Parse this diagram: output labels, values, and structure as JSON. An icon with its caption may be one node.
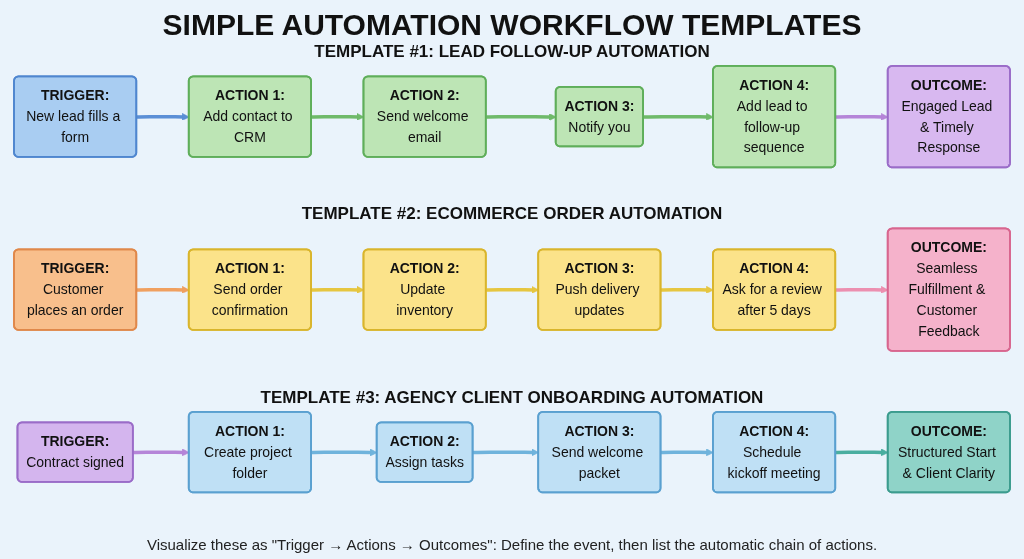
{
  "diagram": {
    "title": "SIMPLE AUTOMATION WORKFLOW TEMPLATES",
    "caption": "Visualize these as \"Trigger → Actions → Outcomes\": Define the event, then list the automatic chain of actions.",
    "labels": [
      "TEMPLATE #1: LEAD FOLLOW-UP AUTOMATION",
      "TEMPLATE #2: ECOMMERCE ORDER AUTOMATION",
      "TEMPLATE #3: AGENCY CLIENT ONBOARDING AUTOMATION"
    ],
    "nodes": [
      {
        "text": [
          "TRIGGER:",
          "New lead fills a form"
        ]
      },
      {
        "text": [
          "ACTION 1:",
          "Add contact to CRM"
        ]
      },
      {
        "text": [
          "ACTION 2:",
          "Send welcome email"
        ]
      },
      {
        "text": [
          "ACTION 3:",
          "Notify you"
        ]
      },
      {
        "text": [
          "ACTION 4:",
          "Add lead to follow-up sequence"
        ]
      },
      {
        "text": [
          "OUTCOME:",
          "Engaged Lead & Timely Response"
        ]
      },
      {
        "text": [
          "TRIGGER:",
          "Customer places an order"
        ]
      },
      {
        "text": [
          "ACTION 1:",
          "Send order confirmation"
        ]
      },
      {
        "text": [
          "ACTION 2:",
          "Update inventory"
        ]
      },
      {
        "text": [
          "ACTION 3:",
          "Push delivery updates"
        ]
      },
      {
        "text": [
          "ACTION 4:",
          "Ask for a review after 5 days"
        ]
      },
      {
        "text": [
          "OUTCOME:",
          "Seamless Fulfillment & Customer Feedback"
        ]
      },
      {
        "text": [
          "TRIGGER:",
          "Contract signed"
        ]
      },
      {
        "text": [
          "ACTION 1:",
          "Create project folder"
        ]
      },
      {
        "text": [
          "ACTION 2:",
          "Assign tasks"
        ]
      },
      {
        "text": [
          "ACTION 3:",
          "Send welcome packet"
        ]
      },
      {
        "text": [
          "ACTION 4:",
          "Schedule kickoff meeting"
        ]
      },
      {
        "text": [
          "OUTCOME:",
          "Structured Start & Client Clarity"
        ]
      }
    ],
    "edges": [
      {
        "from": 0,
        "to": 1,
        "arrow": "to",
        "color": "#5b8fd6"
      },
      {
        "from": 1,
        "to": 2,
        "arrow": "to",
        "color": "#6fba6a"
      },
      {
        "from": 2,
        "to": 3,
        "arrow": "to",
        "color": "#6fba6a"
      },
      {
        "from": 3,
        "to": 4,
        "arrow": "to",
        "color": "#6fba6a"
      },
      {
        "from": 4,
        "to": 5,
        "arrow": "to",
        "color": "#b585d8"
      },
      {
        "from": 6,
        "to": 7,
        "arrow": "to",
        "color": "#f0a060"
      },
      {
        "from": 7,
        "to": 8,
        "arrow": "to",
        "color": "#e6c640"
      },
      {
        "from": 8,
        "to": 9,
        "arrow": "to",
        "color": "#e6c640"
      },
      {
        "from": 9,
        "to": 10,
        "arrow": "to",
        "color": "#e6c640"
      },
      {
        "from": 10,
        "to": 11,
        "arrow": "to",
        "color": "#ec8fb0"
      },
      {
        "from": 12,
        "to": 13,
        "arrow": "to",
        "color": "#b585d8"
      },
      {
        "from": 13,
        "to": 14,
        "arrow": "to",
        "color": "#6fb3dc"
      },
      {
        "from": 14,
        "to": 15,
        "arrow": "to",
        "color": "#6fb3dc"
      },
      {
        "from": 15,
        "to": 16,
        "arrow": "to",
        "color": "#6fb3dc"
      },
      {
        "from": 16,
        "to": 17,
        "arrow": "to",
        "color": "#4aaea0"
      }
    ]
  }
}
